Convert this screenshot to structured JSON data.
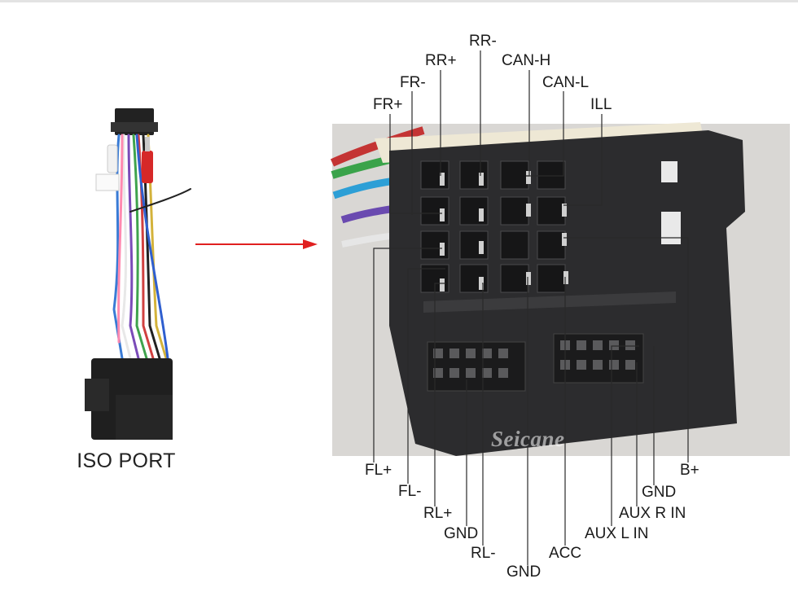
{
  "iso_caption": "ISO PORT",
  "watermark": "Seicane",
  "colors": {
    "arrow": "#e02020",
    "connector": "#2c2c2e",
    "background": "#ffffff"
  },
  "pins": {
    "rr_minus": "RR-",
    "rr_plus": "RR+",
    "can_h": "CAN-H",
    "fr_minus": "FR-",
    "can_l": "CAN-L",
    "fr_plus": "FR+",
    "ill": "ILL",
    "fl_plus": "FL+",
    "fl_minus": "FL-",
    "rl_plus": "RL+",
    "gnd_1": "GND",
    "rl_minus": "RL-",
    "gnd_2": "GND",
    "acc": "ACC",
    "aux_l_in": "AUX L IN",
    "aux_r_in": "AUX R IN",
    "gnd_3": "GND",
    "b_plus": "B+"
  }
}
